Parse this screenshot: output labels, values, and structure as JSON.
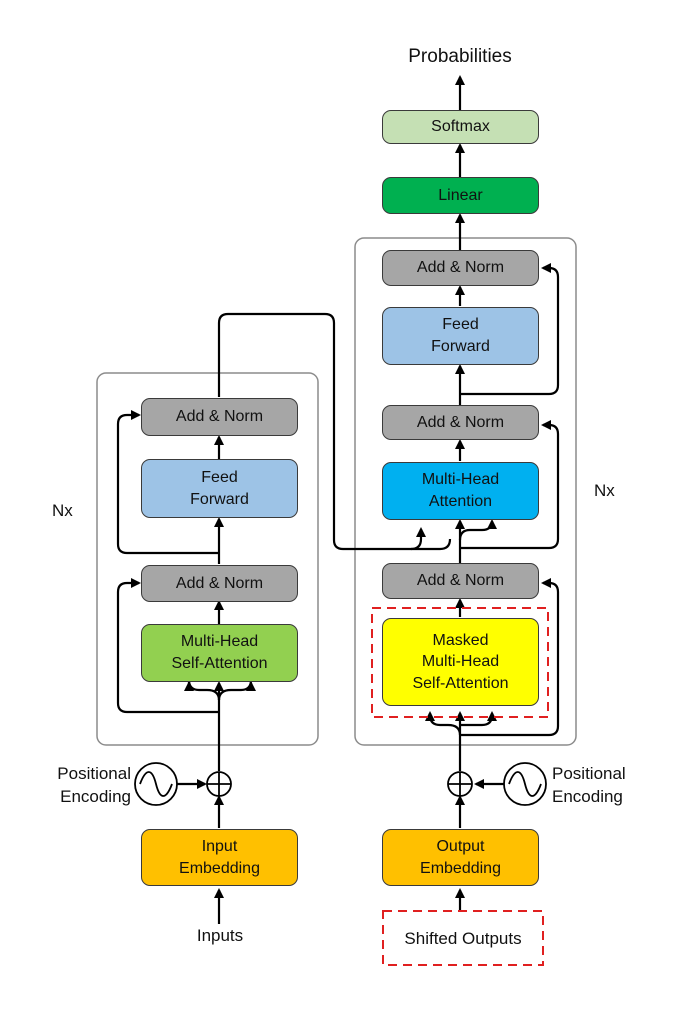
{
  "colors": {
    "add_norm": "#a6a6a6",
    "feed_forward": "#9dc3e6",
    "self_attention": "#92d050",
    "multi_head_attention": "#00b0f0",
    "masked_attention": "#ffff00",
    "embedding": "#ffc000",
    "linear": "#00b050",
    "softmax": "#c5e0b4",
    "dashed_highlight": "#e02020",
    "stack_border": "#8c8c8c"
  },
  "encoder": {
    "repeat_label": "Nx",
    "add_norm_top": "Add & Norm",
    "feed_forward": "Feed\nForward",
    "add_norm_bottom": "Add & Norm",
    "self_attention": "Multi-Head\nSelf-Attention",
    "positional_encoding": "Positional\nEncoding",
    "embedding": "Input\nEmbedding",
    "input_label": "Inputs"
  },
  "decoder": {
    "repeat_label": "Nx",
    "add_norm_top": "Add & Norm",
    "feed_forward": "Feed\nForward",
    "add_norm_mid": "Add & Norm",
    "cross_attention": "Multi-Head\nAttention",
    "add_norm_bottom": "Add & Norm",
    "masked_attention": "Masked\nMulti-Head\nSelf-Attention",
    "positional_encoding": "Positional\nEncoding",
    "embedding": "Output\nEmbedding",
    "input_label": "Shifted Outputs"
  },
  "head": {
    "linear": "Linear",
    "softmax": "Softmax",
    "output_label": "Probabilities"
  }
}
